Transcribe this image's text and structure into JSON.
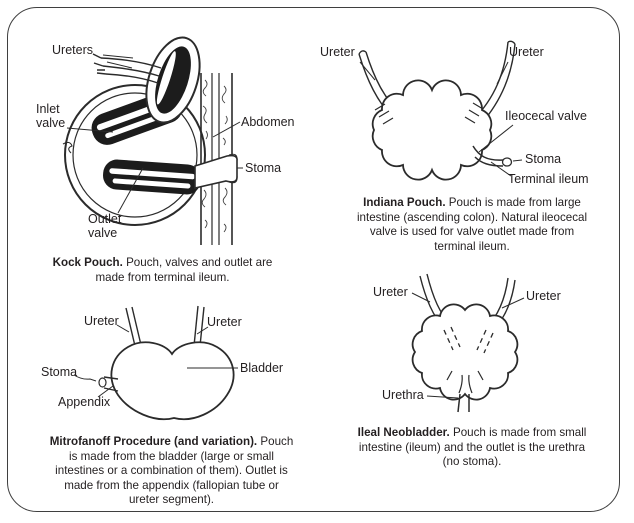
{
  "frame": {
    "border_color": "#3f3f3f",
    "background": "#ffffff"
  },
  "colors": {
    "ink": "#2b2b2b",
    "text": "#231f20",
    "valve_fill": "#1c1c1c"
  },
  "panels": [
    {
      "name": "kock-pouch",
      "caption": {
        "title": "Kock Pouch.",
        "body": "Pouch, valves and outlet are made from terminal ileum."
      },
      "labels": [
        {
          "text": "Ureters"
        },
        {
          "text": "Inlet valve"
        },
        {
          "text": "Abdomen"
        },
        {
          "text": "Stoma"
        },
        {
          "text": "Outlet valve"
        }
      ]
    },
    {
      "name": "indiana-pouch",
      "caption": {
        "title": "Indiana Pouch.",
        "body": "Pouch is made from large intestine (ascending colon). Natural ileocecal valve is used for valve outlet made from terminal ileum."
      },
      "labels": [
        {
          "text": "Ureter"
        },
        {
          "text": "Ureter"
        },
        {
          "text": "Ileocecal valve"
        },
        {
          "text": "Stoma"
        },
        {
          "text": "Terminal ileum"
        }
      ]
    },
    {
      "name": "mitrofanoff",
      "caption": {
        "title": "Mitrofanoff Procedure (and variation).",
        "body": "Pouch is made from the bladder (large or small intestines or a combination of them). Outlet is made from the appendix (fallopian tube or ureter segment)."
      },
      "labels": [
        {
          "text": "Ureter"
        },
        {
          "text": "Ureter"
        },
        {
          "text": "Stoma"
        },
        {
          "text": "Appendix"
        },
        {
          "text": "Bladder"
        }
      ]
    },
    {
      "name": "ileal-neobladder",
      "caption": {
        "title": "Ileal Neobladder.",
        "body": "Pouch is made from small intestine (ileum) and the outlet is the urethra (no stoma)."
      },
      "labels": [
        {
          "text": "Ureter"
        },
        {
          "text": "Ureter"
        },
        {
          "text": "Urethra"
        }
      ]
    }
  ]
}
